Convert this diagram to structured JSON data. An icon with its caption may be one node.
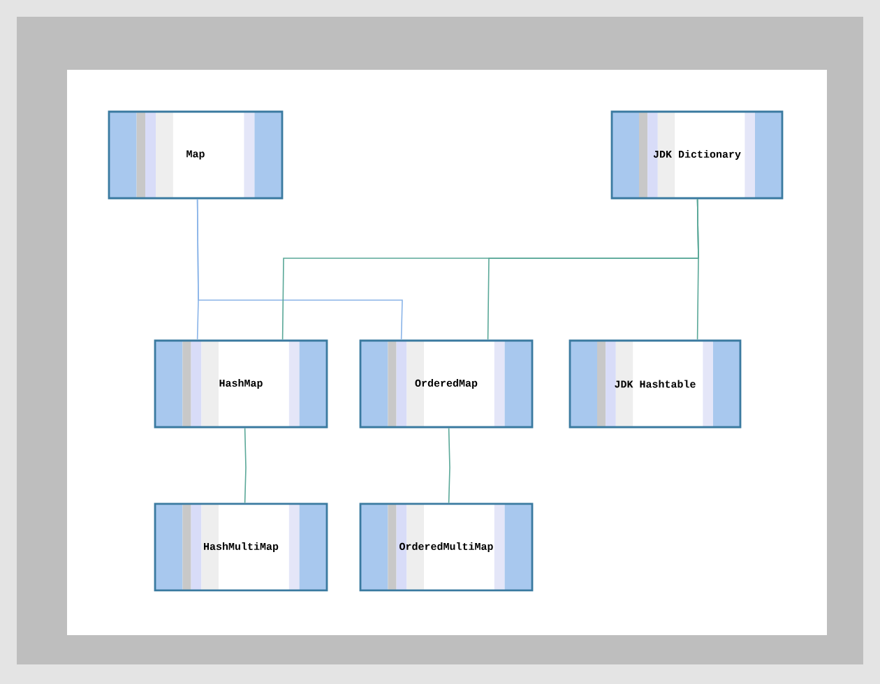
{
  "diagram": {
    "nodes": [
      {
        "text": [
          "Map"
        ]
      },
      {
        "text": [
          "JDK Dictionary"
        ]
      },
      {
        "text": [
          "HashMap"
        ]
      },
      {
        "text": [
          "OrderedMap"
        ]
      },
      {
        "text": [
          "JDK Hashtable"
        ]
      },
      {
        "text": [
          "HashMultiMap"
        ]
      },
      {
        "text": [
          "OrderedMultiMap"
        ]
      }
    ],
    "edges": [
      {
        "from": 0,
        "to": 2,
        "arrow": "none",
        "color": "#8ab4e8"
      },
      {
        "from": 0,
        "to": 3,
        "arrow": "none",
        "color": "#8ab4e8"
      },
      {
        "from": 1,
        "to": 2,
        "arrow": "none"
      },
      {
        "from": 1,
        "to": 3,
        "arrow": "none"
      },
      {
        "from": 1,
        "to": 4,
        "arrow": "none"
      },
      {
        "from": 2,
        "to": 5,
        "arrow": "none"
      },
      {
        "from": 3,
        "to": 6,
        "arrow": "none"
      }
    ]
  }
}
